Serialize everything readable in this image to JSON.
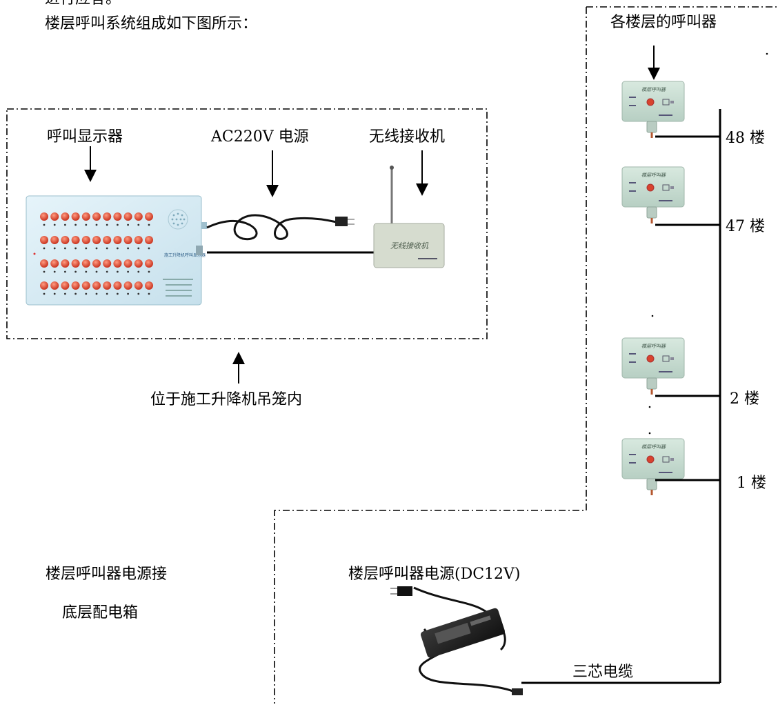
{
  "intro": {
    "line_top_partial": "进行应答。",
    "line2": "楼层呼叫系统组成如下图所示："
  },
  "labels": {
    "each_floor_caller": "各楼层的呼叫器",
    "call_display": "呼叫显示器",
    "ac_power": "AC220V  电源",
    "wireless_receiver": "无线接收机",
    "in_cage": "位于施工升降机吊笼内",
    "power_note_1": "楼层呼叫器电源接",
    "power_note_2": "底层配电箱",
    "dc_power": "楼层呼叫器电源(DC12V)",
    "cable": "三芯电缆"
  },
  "floors": [
    {
      "label": "48 楼"
    },
    {
      "label": "47 楼"
    },
    {
      "label": "2 楼"
    },
    {
      "label": "1 楼"
    }
  ],
  "device_text": {
    "caller_title": "楼层呼叫器",
    "receiver_title": "无线接收机",
    "display_title": "施工升降机呼叫显示器"
  },
  "colors": {
    "caller_body": "#c9ddd3",
    "display_body": "#d3e9f3",
    "red_button": "#e0452f",
    "receiver_body": "#d6dccf",
    "line": "#000000"
  }
}
